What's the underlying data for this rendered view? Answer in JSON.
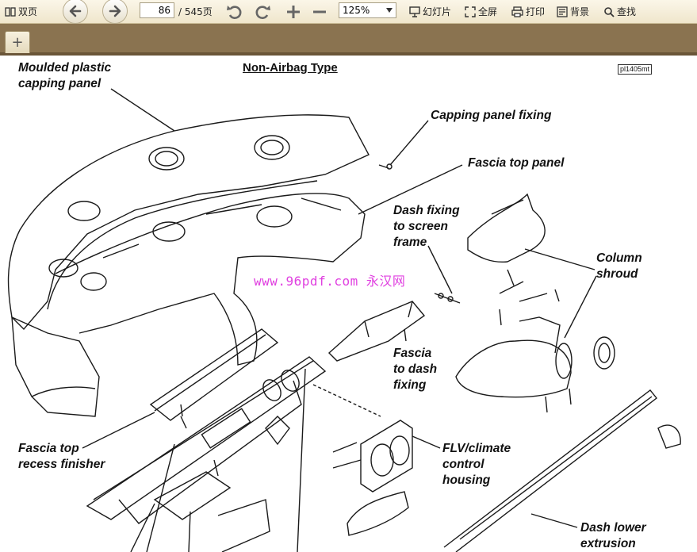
{
  "toolbar": {
    "dual_page_label": "双页",
    "page_current": "86",
    "page_total": "/ 545页",
    "zoom_value": "125%",
    "slideshow_label": "幻灯片",
    "fullscreen_label": "全屏",
    "print_label": "打印",
    "background_label": "背景",
    "search_label": "查找"
  },
  "tabs": {
    "add_label": "+"
  },
  "document": {
    "title": "Non-Airbag Type",
    "ref_code": "pl1405mt",
    "watermark": "www.96pdf.com 永汉网",
    "labels": {
      "moulded_panel": "Moulded plastic\ncapping panel",
      "capping_fixing": "Capping panel fixing",
      "fascia_top_panel": "Fascia top panel",
      "dash_fixing": "Dash fixing\nto screen\nframe",
      "column_shroud": "Column\nshroud",
      "fascia_to_dash": "Fascia\nto dash\nfixing",
      "fascia_recess": "Fascia top\nrecess finisher",
      "flv_housing": "FLV/climate\ncontrol\nhousing",
      "dash_lower": "Dash lower\nextrusion"
    }
  }
}
